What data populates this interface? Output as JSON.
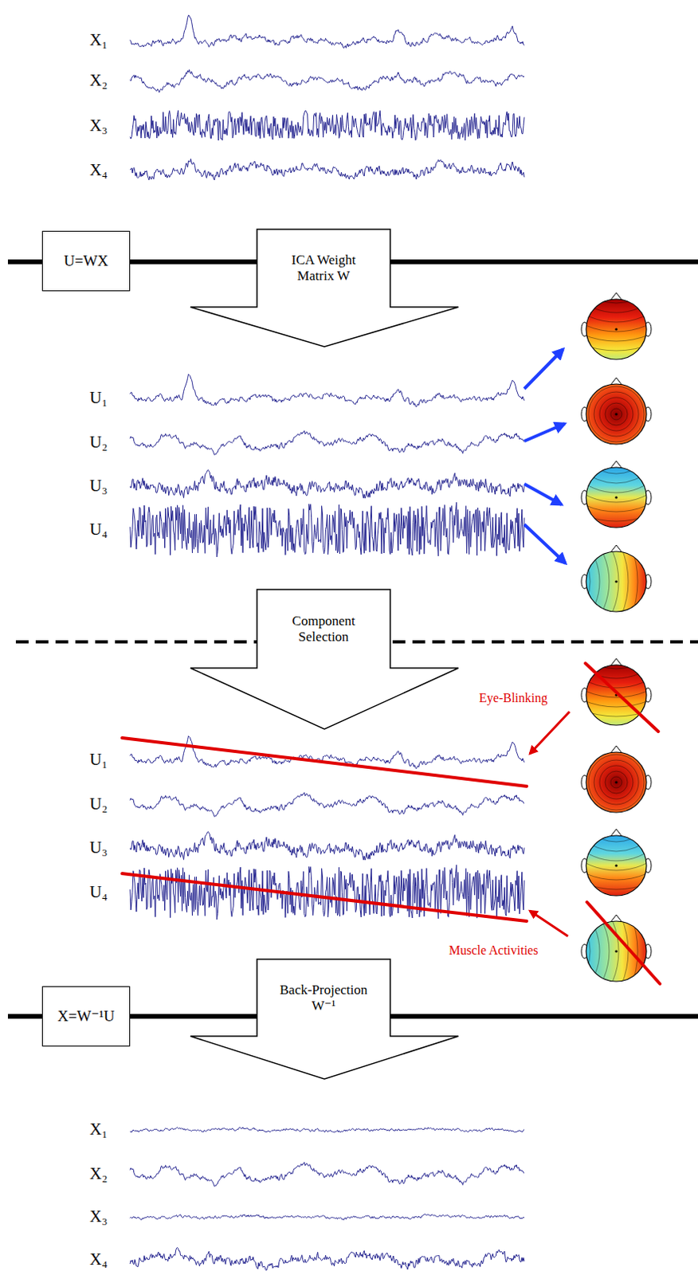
{
  "diagram": {
    "nodes": [
      {
        "text": [
          "U=WX"
        ]
      },
      {
        "text": [
          "ICA Weight Matrix W"
        ]
      },
      {
        "text": [
          "Component Selection"
        ]
      },
      {
        "text": [
          "X=W⁻¹U"
        ]
      },
      {
        "text": [
          "Back-Projection W⁻¹"
        ]
      }
    ],
    "labels": [
      "X₁",
      "X₂",
      "X₃",
      "X₄",
      "U₁",
      "U₂",
      "U₃",
      "U₄",
      "Eye-Blinking",
      "U₁",
      "U₂",
      "U₃",
      "U₄",
      "Muscle Activities",
      "X₁",
      "X₂",
      "X₃",
      "X₄"
    ]
  }
}
